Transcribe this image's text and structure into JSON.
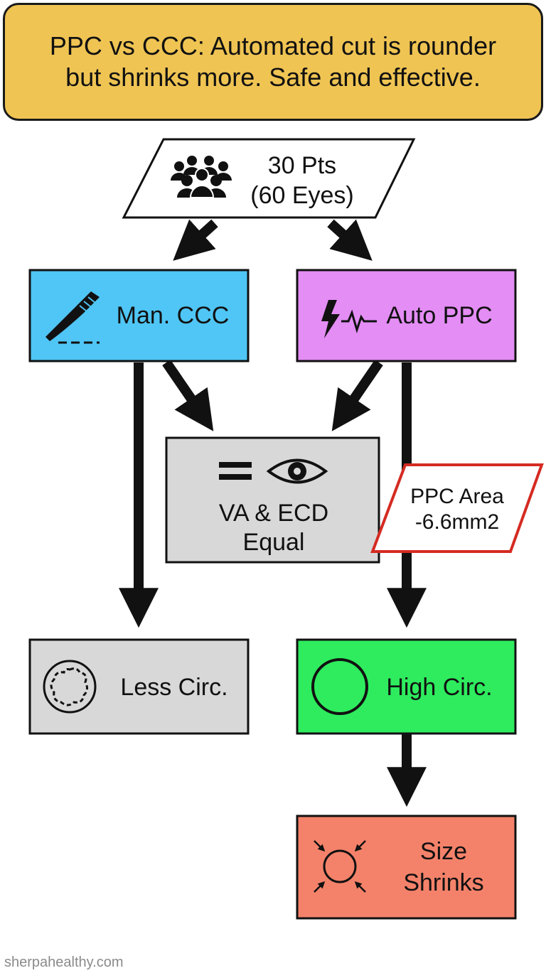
{
  "banner": {
    "line1": "PPC vs CCC: Automated cut is rounder",
    "line2": "but shrinks more. Safe and effective."
  },
  "nodes": {
    "patients": {
      "line1": "30 Pts",
      "line2": "(60 Eyes)",
      "icon": "group-people-icon"
    },
    "manual_ccc": {
      "label": "Man. CCC",
      "icon": "scalpel-icon",
      "color": "#4fc6f5"
    },
    "auto_ppc": {
      "label": "Auto PPC",
      "icon": "lightning-pulse-icon",
      "color": "#e48df5"
    },
    "equal_outcomes": {
      "line1": "VA & ECD",
      "line2": "Equal",
      "icon": "equal-eye-icon",
      "color": "#d8d8d8"
    },
    "area_note": {
      "line1": "PPC Area",
      "line2": "-6.6mm2",
      "border_color": "#d42b22"
    },
    "less_circ": {
      "label": "Less Circ.",
      "icon": "irregular-circle-icon",
      "color": "#d8d8d8"
    },
    "high_circ": {
      "label": "High Circ.",
      "icon": "circle-icon",
      "color": "#2eec5e"
    },
    "size_shrinks": {
      "line1": "Size",
      "line2": "Shrinks",
      "icon": "shrink-arrows-icon",
      "color": "#f4826a"
    }
  },
  "footer": {
    "watermark": "sherpahealthy.com"
  }
}
